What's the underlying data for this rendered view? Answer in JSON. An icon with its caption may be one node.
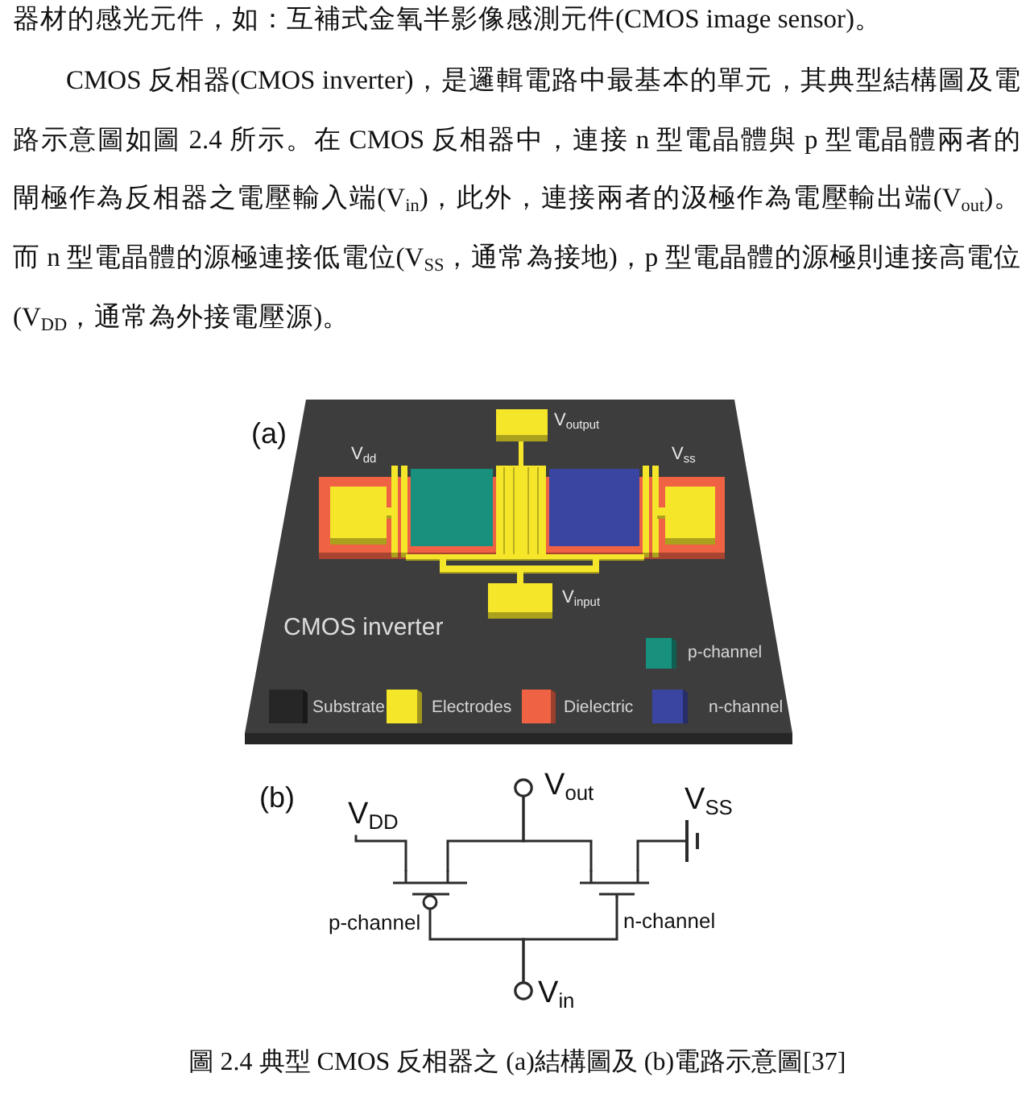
{
  "diagram": {
    "caption": "圖 2.4 典型 CMOS 反相器之 (a)結構圖及 (b)電路示意圖[37]",
    "nodes": [
      {
        "text": [
          "V$_{DD}$"
        ]
      },
      {
        "text": [],
        "shape": "circle",
        "beside": [
          "V$_{out}$"
        ]
      },
      {
        "text": [],
        "shape": "battery",
        "beside": [
          "V$_{SS}$"
        ]
      },
      {
        "text": [],
        "shape": "transistor",
        "beside": [
          "p-channel"
        ]
      },
      {
        "text": [],
        "shape": "transistor",
        "beside": [
          "n-channel"
        ]
      },
      {
        "text": [],
        "shape": "circle",
        "beside": [
          "V$_{in}$"
        ]
      }
    ],
    "edges": [
      {
        "from": 0,
        "to": 3,
        "arrow": "none"
      },
      {
        "from": 3,
        "to": 1,
        "arrow": "none"
      },
      {
        "from": 4,
        "to": 1,
        "arrow": "none"
      },
      {
        "from": 4,
        "to": 2,
        "arrow": "none"
      },
      {
        "from": 3,
        "to": 5,
        "arrow": "none"
      },
      {
        "from": 4,
        "to": 5,
        "arrow": "none"
      }
    ],
    "labels": [
      "器材的感光元件，如：互補式金氧半影像感測元件(CMOS image sensor)。",
      "CMOS 反相器(CMOS inverter)，是邏輯電路中最基本的單元，其典型結構圖及電路示意圖如圖 2.4 所示。在 CMOS 反相器中，連接 n 型電晶體與 p 型電晶體兩者的閘極作為反相器之電壓輸入端(V$_{in}$)，此外，連接兩者的汲極作為電壓輸出端(V$_{out}$)。而 n 型電晶體的源極連接低電位(V$_{SS}$，通常為接地)，p 型電晶體的源極則連接高電位(V$_{DD}$，通常為外接電壓源)。",
      "(a)",
      "V$_{output}$",
      "V$_{dd}$",
      "V$_{ss}$",
      "V$_{input}$",
      "CMOS inverter",
      "(b)"
    ],
    "legend": [
      {
        "text": "p-channel",
        "color": "#17917d"
      },
      {
        "text": "Substrate",
        "color": "#262626"
      },
      {
        "text": "Electrodes",
        "color": "#f5e62a"
      },
      {
        "text": "Dielectric",
        "color": "#ef6244"
      },
      {
        "text": "n-channel",
        "color": "#3a45a2"
      }
    ]
  }
}
